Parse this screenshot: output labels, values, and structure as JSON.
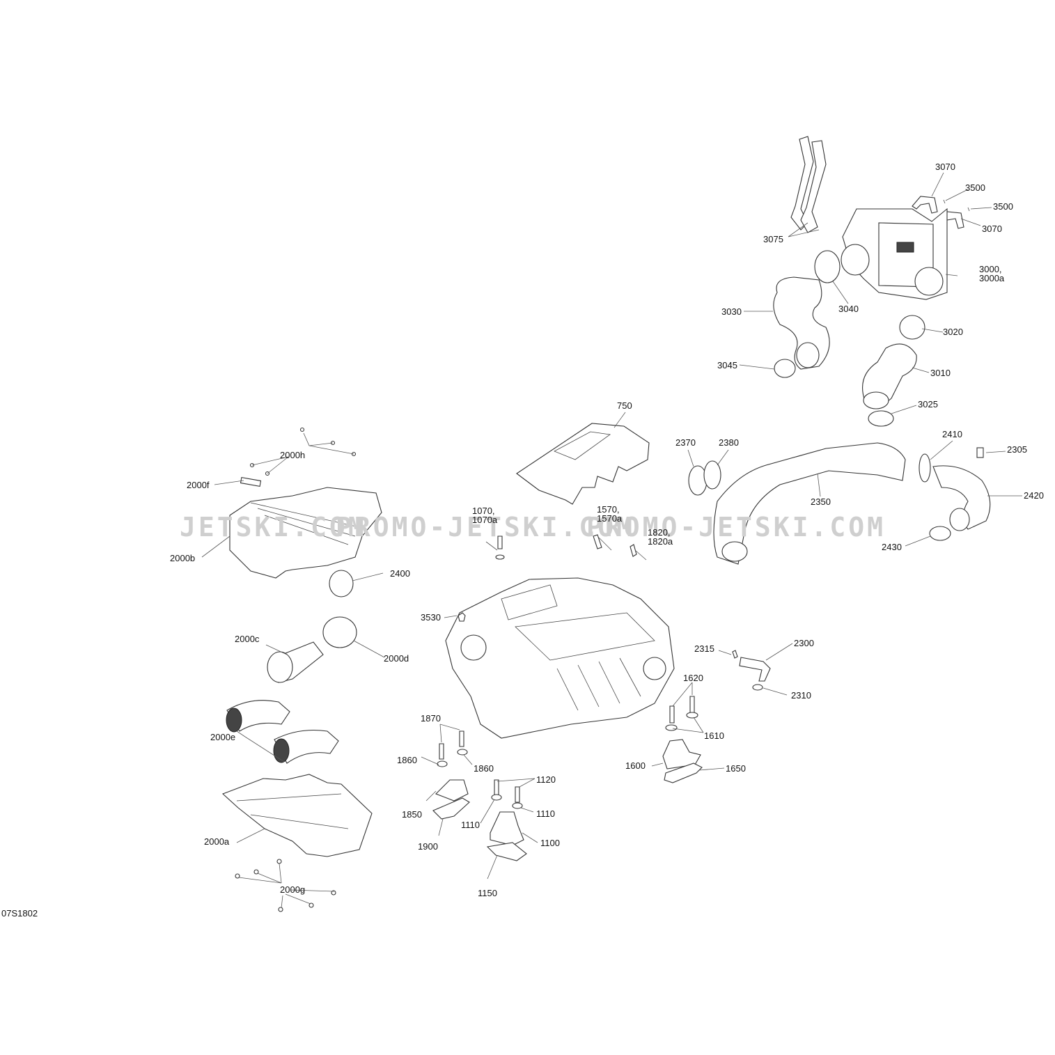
{
  "diagram": {
    "title": "Engine air intake and intercooler exploded parts diagram",
    "reference_code": "07S1802",
    "watermark": [
      "JETSKI.COM",
      "PROMO-JETSKI.COM",
      "PROMO-JETSKI.COM"
    ],
    "labels": {
      "p3070a": "3070",
      "p3500a": "3500",
      "p3500b": "3500",
      "p3070b": "3070",
      "p3075": "3075",
      "p3000": "3000,",
      "p3000a": "3000a",
      "p3030": "3030",
      "p3040": "3040",
      "p3020": "3020",
      "p3045": "3045",
      "p3010": "3010",
      "p3025": "3025",
      "p750": "750",
      "p2370": "2370",
      "p2380": "2380",
      "p2410": "2410",
      "p2305": "2305",
      "p2350": "2350",
      "p2420": "2420",
      "p2430": "2430",
      "p2000h": "2000h",
      "p2000f": "2000f",
      "p2000b": "2000b",
      "p2400": "2400",
      "p1070": "1070,",
      "p1070a": "1070a",
      "p1570": "1570,",
      "p1570a": "1570a",
      "p1820": "1820,",
      "p1820a": "1820a",
      "p3530": "3530",
      "p2000c": "2000c",
      "p2000d": "2000d",
      "p2315": "2315",
      "p2300": "2300",
      "p2310": "2310",
      "p1620": "1620",
      "p1610": "1610",
      "p1870": "1870",
      "p2000e": "2000e",
      "p1860a": "1860",
      "p1860b": "1860",
      "p1600": "1600",
      "p1650": "1650",
      "p1120": "1120",
      "p1850": "1850",
      "p1110a": "1110",
      "p1110b": "1110",
      "p1900": "1900",
      "p1100": "1100",
      "p2000a": "2000a",
      "p1150": "1150",
      "p2000g": "2000g"
    }
  }
}
